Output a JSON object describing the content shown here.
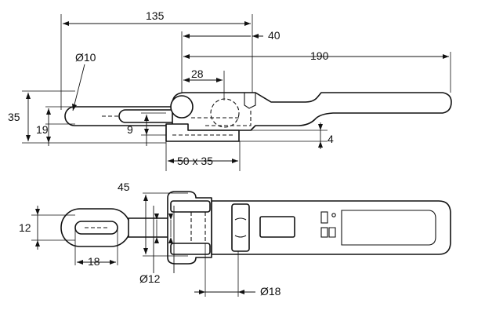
{
  "side_view": {
    "dims": {
      "overall_135": "135",
      "offset_40": "40",
      "length_190": "190",
      "pivot_28": "28",
      "hole_dia_10": "Ø10",
      "height_35": "35",
      "height_19": "19",
      "gap_9": "9",
      "plate_4": "4",
      "mount_50x35": "50 x 35"
    }
  },
  "top_view": {
    "dims": {
      "width_45": "45",
      "slot_width_12": "12",
      "slot_length_18": "18",
      "rod_dia_12": "Ø12",
      "pin_dia_18": "Ø18"
    }
  }
}
